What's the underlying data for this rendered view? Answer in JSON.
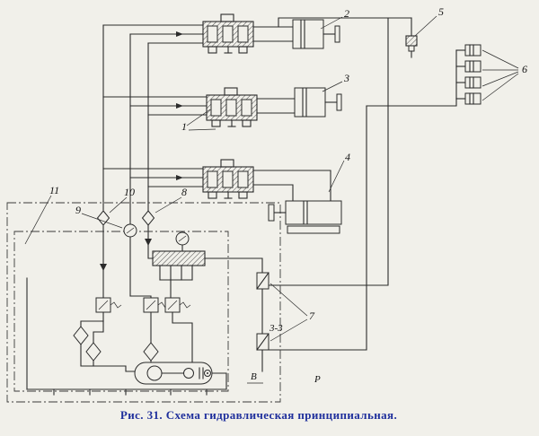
{
  "figure": {
    "caption": "Рис. 31. Схема гидравлическая принципиальная."
  },
  "colors": {
    "paper": "#f1f0ea",
    "ink": "#2b2b2b",
    "caption_text": "#1f2f9c"
  },
  "labels": {
    "item1": "1",
    "item2": "2",
    "item3": "3",
    "item4": "4",
    "item5": "5",
    "item6": "6",
    "item7": "7",
    "item8": "8",
    "item9": "9",
    "item10": "10",
    "item11": "11",
    "section_mark": "3-3",
    "port_b": "В",
    "port_p": "Р"
  }
}
